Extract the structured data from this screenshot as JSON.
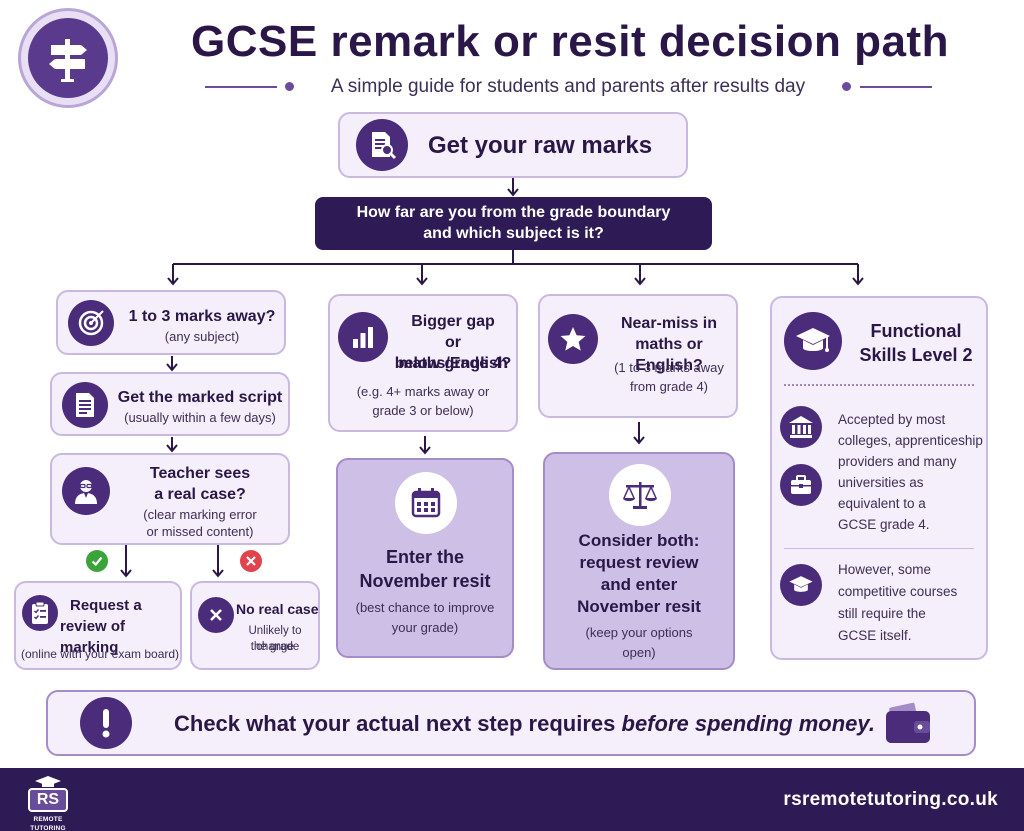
{
  "header": {
    "title": "GCSE remark or resit decision path",
    "subtitle": "A simple guide for students and parents after results day"
  },
  "start": {
    "label": "Get your raw marks"
  },
  "question": {
    "line1": "How far are you from the grade boundary",
    "line2": "and which subject is it?"
  },
  "col1": {
    "step1": {
      "title": "1 to 3 marks away?",
      "sub": "(any subject)"
    },
    "step2": {
      "title": "Get the marked script",
      "sub": "(usually within a few days)"
    },
    "step3": {
      "title_l1": "Teacher sees",
      "title_l2": "a real case?",
      "sub_l1": "(clear marking error",
      "sub_l2": "or missed content)"
    },
    "yes": {
      "title_l1": "Request a",
      "title_l2": "review of marking",
      "sub": "(online with your exam board)"
    },
    "no": {
      "title": "No real case",
      "sub_l1": "Unlikely to change",
      "sub_l2": "the grade"
    }
  },
  "col2": {
    "title_l1": "Bigger gap",
    "title_l2": "or maths/English",
    "title_l3": "below grade 4?",
    "sub_l1": "(e.g. 4+ marks away or",
    "sub_l2": "grade 3 or below)",
    "result": {
      "title_l1": "Enter the",
      "title_l2": "November resit",
      "sub_l1": "(best chance to improve",
      "sub_l2": "your grade)"
    }
  },
  "col3": {
    "title_l1": "Near-miss in",
    "title_l2": "maths or English?",
    "sub_l1": "(1 to 3 marks away",
    "sub_l2": "from grade 4)",
    "result": {
      "title_l1": "Consider both:",
      "title_l2": "request review",
      "title_l3": "and enter",
      "title_l4": "November resit",
      "sub_l1": "(keep your options",
      "sub_l2": "open)"
    }
  },
  "col4": {
    "title_l1": "Functional",
    "title_l2": "Skills Level 2",
    "item1": {
      "l1": "Accepted by most",
      "l2": "colleges, apprenticeship",
      "l3": "providers and many",
      "l4": "universities as",
      "l5": "equivalent to a",
      "l6": "GCSE grade 4."
    },
    "item2": {
      "l1": "However, some",
      "l2": "competitive courses",
      "l3": "still require the",
      "l4": "GCSE itself."
    }
  },
  "callout": {
    "text_bold": "Check what your actual next step requires",
    "text_italic": "before spending money."
  },
  "footer": {
    "logo_text": "RS",
    "logo_caption": "REMOTE TUTORING",
    "url": "rsremotetutoring.co.uk"
  },
  "colors": {
    "primary": "#2a1747",
    "accent": "#4a2c7a",
    "light_box": "#f4effa",
    "strong_box": "#cdbfe6",
    "yes_green": "#3aa33a",
    "no_red": "#e0434b"
  }
}
